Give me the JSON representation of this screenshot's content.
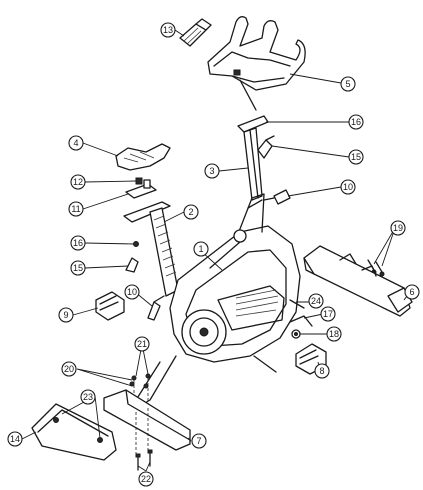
{
  "callouts": [
    {
      "id": "c13",
      "label": "13"
    },
    {
      "id": "c5",
      "label": "5"
    },
    {
      "id": "c16a",
      "label": "16"
    },
    {
      "id": "c15a",
      "label": "15"
    },
    {
      "id": "c4",
      "label": "4"
    },
    {
      "id": "c3",
      "label": "3"
    },
    {
      "id": "c12",
      "label": "12"
    },
    {
      "id": "c10a",
      "label": "10"
    },
    {
      "id": "c11",
      "label": "11"
    },
    {
      "id": "c2",
      "label": "2"
    },
    {
      "id": "c19",
      "label": "19"
    },
    {
      "id": "c16b",
      "label": "16"
    },
    {
      "id": "c1",
      "label": "1"
    },
    {
      "id": "c15b",
      "label": "15"
    },
    {
      "id": "c6",
      "label": "6"
    },
    {
      "id": "c10b",
      "label": "10"
    },
    {
      "id": "c24",
      "label": "24"
    },
    {
      "id": "c9",
      "label": "9"
    },
    {
      "id": "c17",
      "label": "17"
    },
    {
      "id": "c18",
      "label": "18"
    },
    {
      "id": "c21",
      "label": "21"
    },
    {
      "id": "c8",
      "label": "8"
    },
    {
      "id": "c20",
      "label": "20"
    },
    {
      "id": "c23",
      "label": "23"
    },
    {
      "id": "c14",
      "label": "14"
    },
    {
      "id": "c7",
      "label": "7"
    },
    {
      "id": "c22",
      "label": "22"
    }
  ]
}
